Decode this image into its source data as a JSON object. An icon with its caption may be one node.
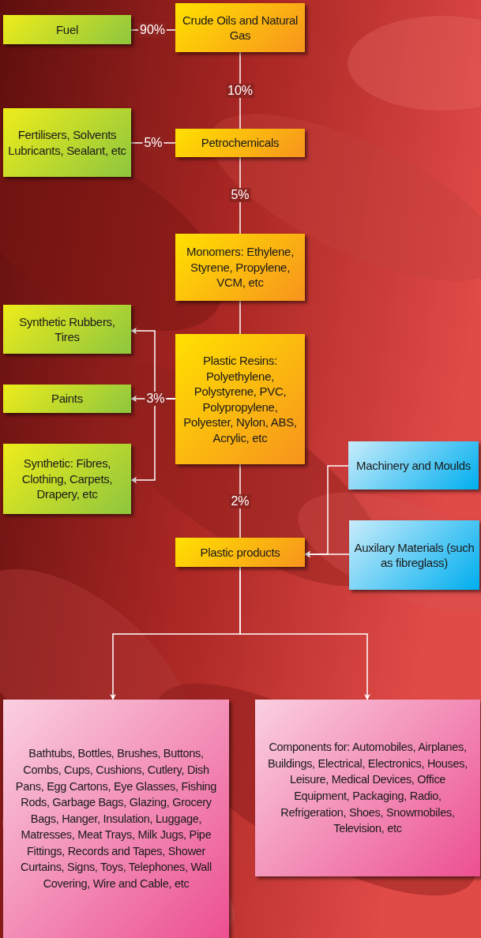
{
  "diagram": {
    "nodes": [
      {
        "text": [
          "Crude Oils and Natural Gas"
        ]
      },
      {
        "text": [
          "Fuel"
        ]
      },
      {
        "text": [
          "Petrochemicals"
        ]
      },
      {
        "text": [
          "Fertilisers, Solvents Lubricants, Sealant, etc"
        ]
      },
      {
        "text": [
          "Monomers: Ethylene, Styrene, Propylene, VCM, etc"
        ]
      },
      {
        "text": [
          "Synthetic Rubbers, Tires"
        ]
      },
      {
        "text": [
          "Plastic Resins: Polyethylene, Polystyrene, PVC, Polypropylene, Polyester, Nylon, ABS, Acrylic, etc"
        ]
      },
      {
        "text": [
          "Paints"
        ]
      },
      {
        "text": [
          "Synthetic: Fibres, Clothing, Carpets, Drapery, etc"
        ]
      },
      {
        "text": [
          "Machinery and Moulds"
        ]
      },
      {
        "text": [
          "Plastic products"
        ]
      },
      {
        "text": [
          "Auxilary Materials (such as fibreglass)"
        ]
      },
      {
        "text": [
          "Bathtubs, Bottles, Brushes, Buttons, Combs, Cups, Cushions, Cutlery, Dish Pans, Egg Cartons, Eye Glasses, Fishing Rods, Garbage Bags, Glazing, Grocery Bags, Hanger, Insulation, Luggage, Matresses, Meat Trays, Milk Jugs, Pipe Fittings, Records and Tapes, Shower Curtains, Signs, Toys, Telephones, Wall Covering, Wire and Cable, etc"
        ]
      },
      {
        "text": [
          "Components for: Automobiles, Airplanes, Buildings, Electrical, Electronics, Houses, Leisure, Medical Devices, Office Equipment, Packaging, Radio, Refrigeration, Shoes, Snowmobiles, Television, etc"
        ]
      }
    ],
    "edges": [
      {
        "from": 0,
        "to": 1,
        "arrow": "none",
        "label": "90%"
      },
      {
        "from": 0,
        "to": 2,
        "arrow": "none",
        "label": "10%"
      },
      {
        "from": 2,
        "to": 3,
        "arrow": "none",
        "label": "5%"
      },
      {
        "from": 2,
        "to": 4,
        "arrow": "none",
        "label": "5%"
      },
      {
        "from": 4,
        "to": 6,
        "arrow": "none"
      },
      {
        "from": 6,
        "to": 5,
        "arrow": "to"
      },
      {
        "from": 6,
        "to": 7,
        "arrow": "to",
        "label": "3%"
      },
      {
        "from": 6,
        "to": 8,
        "arrow": "to"
      },
      {
        "from": 6,
        "to": 10,
        "arrow": "none",
        "label": "2%"
      },
      {
        "from": 9,
        "to": 10,
        "arrow": "to"
      },
      {
        "from": 11,
        "to": 10,
        "arrow": "to"
      },
      {
        "from": 10,
        "to": 12,
        "arrow": "to"
      },
      {
        "from": 10,
        "to": 13,
        "arrow": "to"
      }
    ]
  }
}
